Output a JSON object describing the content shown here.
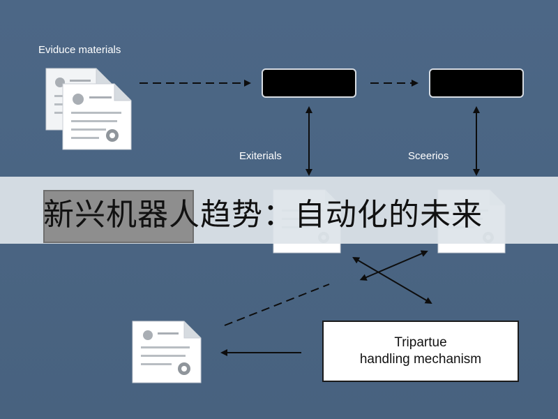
{
  "labels": {
    "evidence": "Eviduce materials",
    "exiterials": "Exiterials",
    "sceerios": "Sceerios"
  },
  "banner": {
    "title": "新兴机器人趋势：自动化的未来"
  },
  "tripartite": {
    "line1": "Tripartue",
    "line2": "handling mechanism"
  },
  "colors": {
    "background": "#4a6584",
    "arrow": "#0d0d0d",
    "document": "#ffffff",
    "banner": "#dee4ea"
  },
  "icons": {
    "document": "document-icon",
    "stamp": "stamp-icon"
  }
}
